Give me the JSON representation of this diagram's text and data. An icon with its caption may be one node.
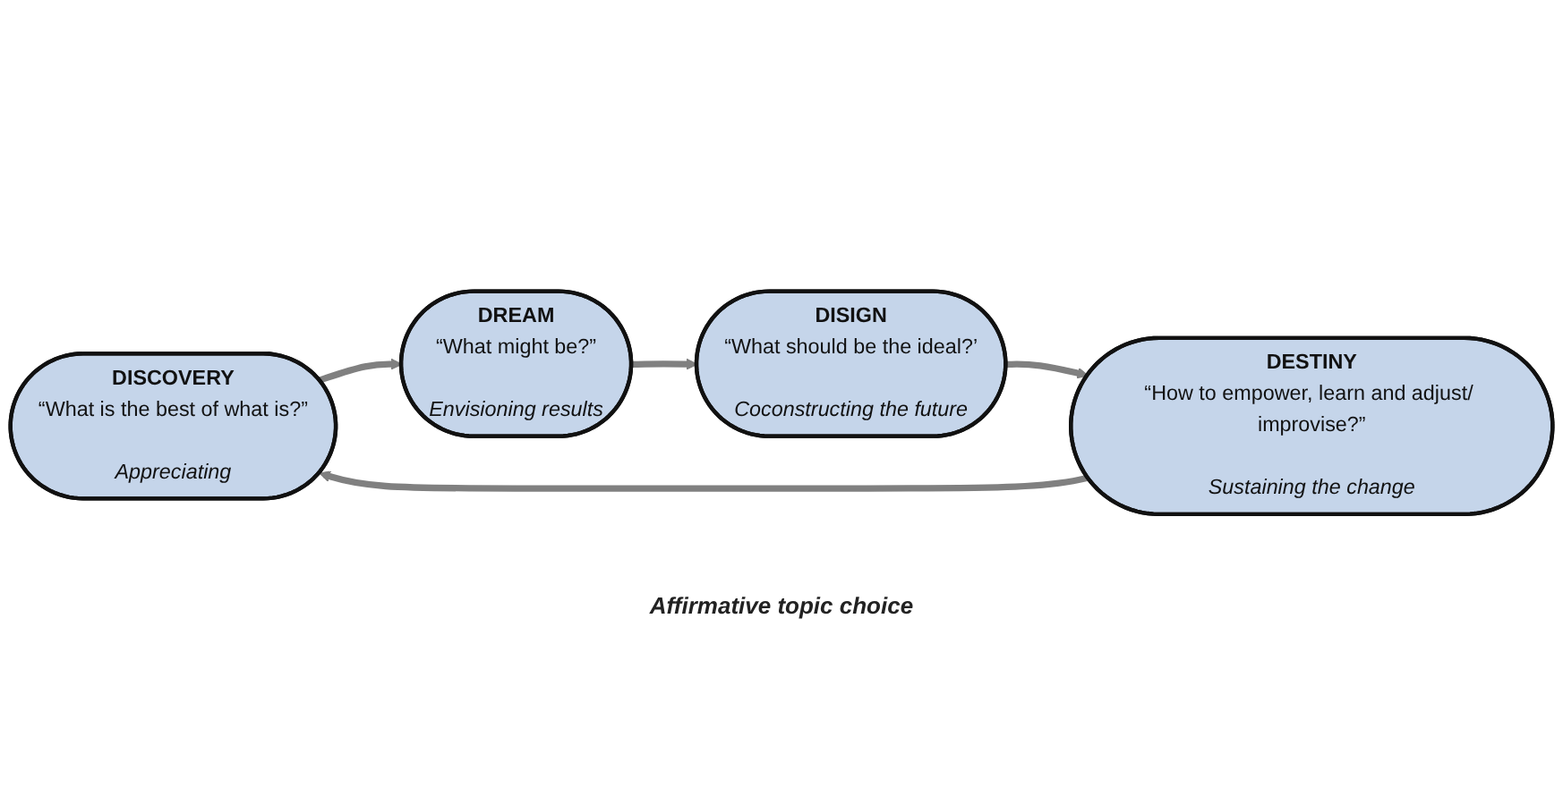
{
  "diagram": {
    "nodes": [
      {
        "text": [
          "DISCOVERY",
          "“What is the best of what is?”",
          "Appreciating"
        ]
      },
      {
        "text": [
          "DREAM",
          "“What might be?”",
          "Envisioning results"
        ]
      },
      {
        "text": [
          "DISIGN",
          "“What should be the ideal?’",
          "Coconstructing the future"
        ]
      },
      {
        "text": [
          "DESTINY",
          "“How to empower, learn and adjust/ improvise?”",
          "Sustaining the change"
        ]
      }
    ],
    "edges": [
      {
        "from": 0,
        "to": 1,
        "arrow": "to"
      },
      {
        "from": 1,
        "to": 2,
        "arrow": "to"
      },
      {
        "from": 2,
        "to": 3,
        "arrow": "to"
      },
      {
        "from": 3,
        "to": 0,
        "arrow": "to"
      }
    ],
    "labels": [
      "Affirmative topic choice"
    ]
  }
}
